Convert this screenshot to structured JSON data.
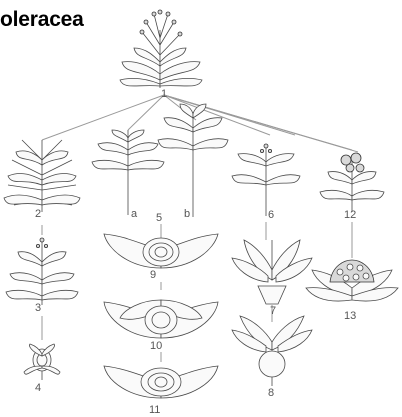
{
  "title": "oleracea",
  "labels": {
    "n1": "1",
    "n2": "2",
    "n3": "3",
    "n4": "4",
    "na": "a",
    "n5": "5",
    "nb": "b",
    "n6": "6",
    "n7": "7",
    "n8": "8",
    "n9": "9",
    "n10": "10",
    "n11": "11",
    "n12": "12",
    "n13": "13"
  }
}
